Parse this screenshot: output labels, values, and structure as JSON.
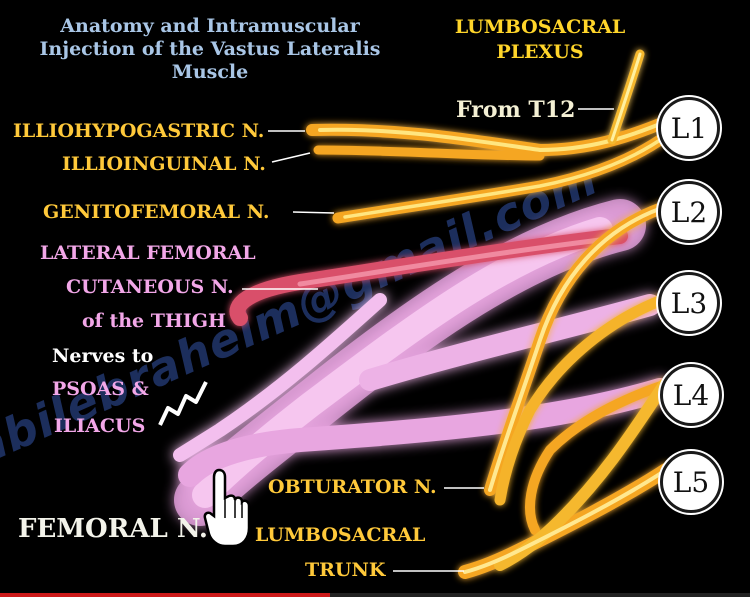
{
  "title_lines": [
    "Anatomy and Intramuscular",
    "Injection of the Vastus Lateralis",
    "Muscle"
  ],
  "plexus_lines": [
    "LUMBOSACRAL",
    "PLEXUS"
  ],
  "from_t12": "From T12",
  "roots": [
    "L1",
    "L2",
    "L3",
    "L4",
    "L5"
  ],
  "nerves": {
    "iliohypogastric": "ILLIOHYPOGASTRIC N.",
    "ilioinguinal": "ILLIOINGUINAL N.",
    "genitofemoral": "GENITOFEMORAL N.",
    "lateral_femoral_lines": [
      "LATERAL FEMORAL",
      "CUTANEOUS N.",
      "of the THIGH"
    ],
    "nerves_to": "Nerves to",
    "psoas": "PSOAS &",
    "iliacus": "ILIACUS",
    "obturator": "OBTURATOR N.",
    "femoral": "FEMORAL N.",
    "lumbosacral_lines": [
      "LUMBOSACRAL",
      "TRUNK"
    ]
  },
  "watermark": "nabilebraheim@gmail.com",
  "icons": {
    "pointer": "hand-pointer-icon"
  },
  "colors": {
    "background": "#000000",
    "title": "#a9c6e6",
    "plexus": "#ffd52a",
    "nerve_gold": "#ffc93a",
    "nerve_pink": "#f2a7e8",
    "femoral_nerve": "#f2b4e8",
    "lateral_femoral_nerve": "#d9506a"
  }
}
